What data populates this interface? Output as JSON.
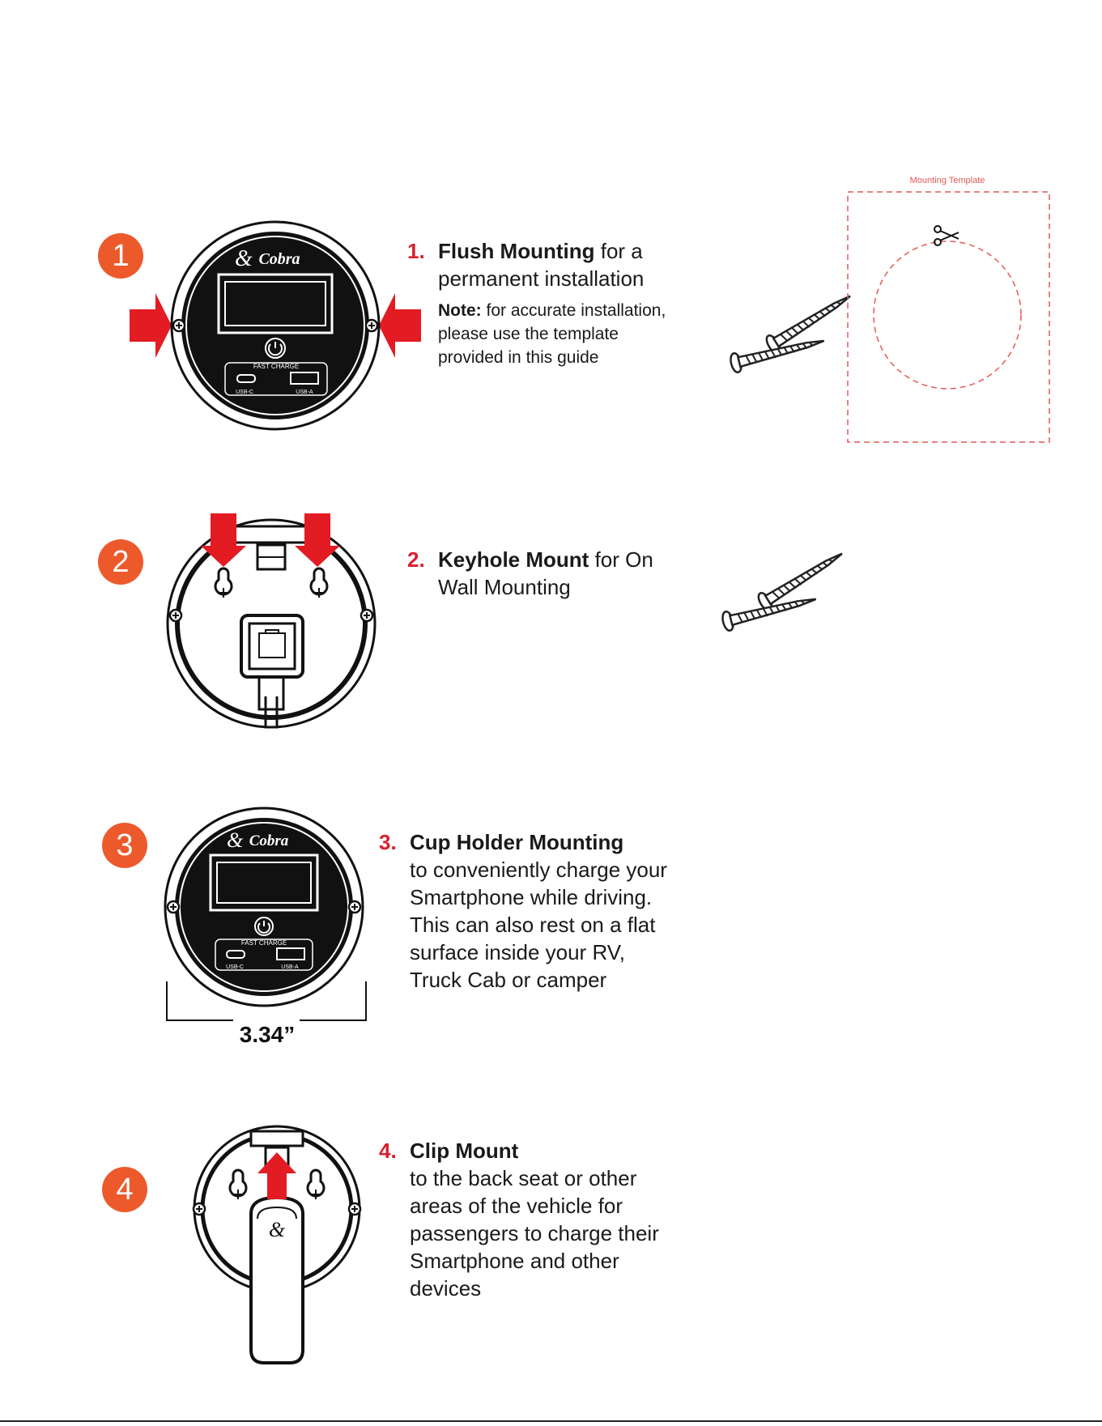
{
  "brand": {
    "logo_text": "Cobra"
  },
  "device_labels": {
    "fast_charge": "FAST CHARGE",
    "usb_c": "USB-C",
    "usb_a": "USB-A"
  },
  "colors": {
    "badge": "#ec5a2c",
    "step_number": "#d8202f",
    "arrow": "#e31b23",
    "template_line": "#e35a57"
  },
  "steps": [
    {
      "badge": "1",
      "number": "1.",
      "title": "Flush Mounting",
      "line1_rest": " for a",
      "line2": "permanent installation",
      "note_label": "Note:",
      "note_line1": " for accurate installation,",
      "note_line2": "please use the template",
      "note_line3": "provided in this guide"
    },
    {
      "badge": "2",
      "number": "2.",
      "title": "Keyhole Mount",
      "line1_rest": " for On",
      "line2": "Wall Mounting"
    },
    {
      "badge": "3",
      "number": "3.",
      "title": "Cup Holder Mounting",
      "lines": [
        "to conveniently charge your",
        "Smartphone while driving.",
        "This can also rest on a flat",
        "surface inside your RV,",
        "Truck Cab or camper"
      ],
      "dimension": "3.34”"
    },
    {
      "badge": "4",
      "number": "4.",
      "title": "Clip Mount",
      "lines": [
        "to the back seat or other",
        "areas of the vehicle for",
        "passengers to charge their",
        "Smartphone and other",
        "devices"
      ]
    }
  ],
  "template": {
    "title": "Mounting Template",
    "icon": "scissors-icon"
  }
}
